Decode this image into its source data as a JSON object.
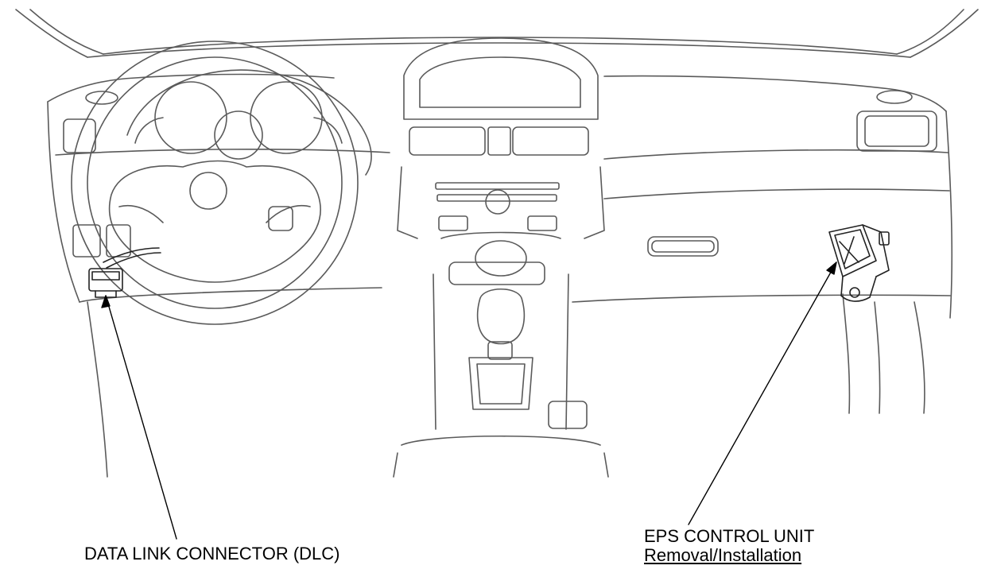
{
  "labels": {
    "dlc": "DATA LINK CONNECTOR (DLC)",
    "eps_title": "EPS CONTROL UNIT",
    "eps_link": "Removal/Installation"
  },
  "colors": {
    "line": "#555555",
    "leader": "#000000",
    "text": "#000000"
  }
}
